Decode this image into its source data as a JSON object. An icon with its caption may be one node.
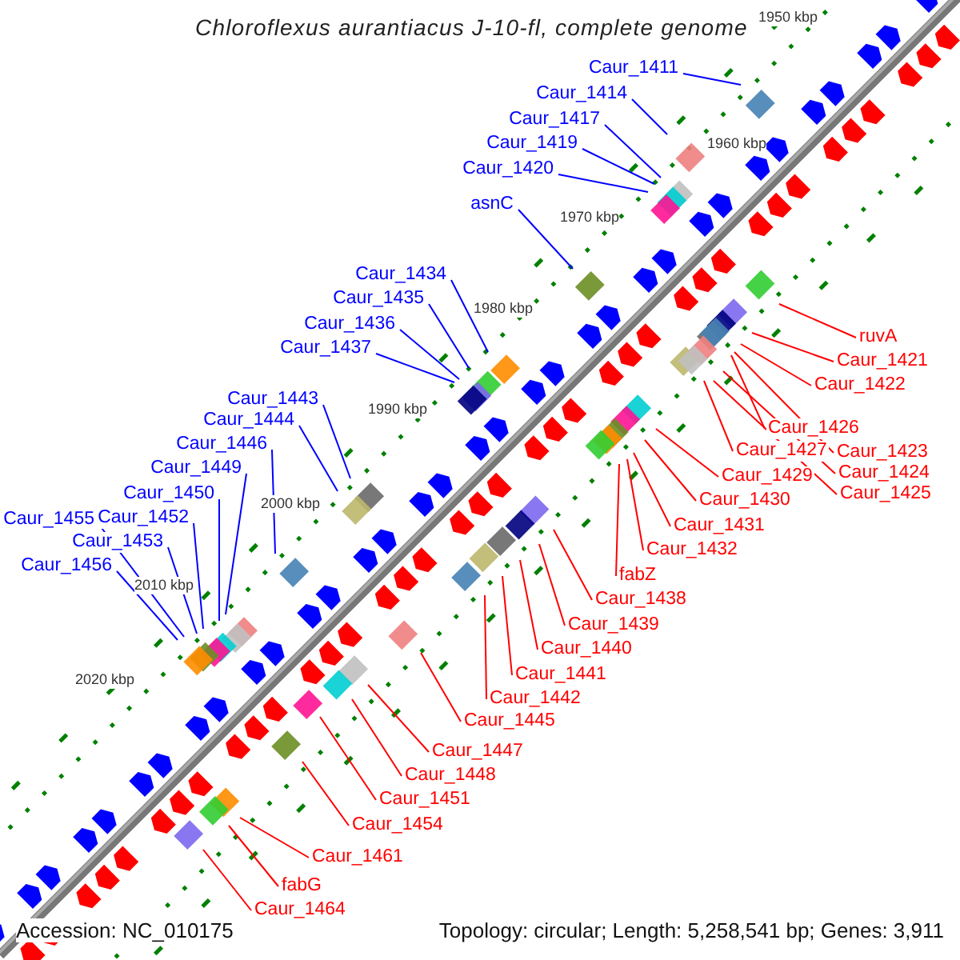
{
  "diagram": {
    "title": "Chloroflexus aurantiacus J-10-fl, complete genome",
    "nodes": [
      {
        "text": [
          "Caur_1411"
        ]
      },
      {
        "text": [
          "Caur_1414"
        ]
      },
      {
        "text": [
          "Caur_1417"
        ]
      },
      {
        "text": [
          "Caur_1419"
        ]
      },
      {
        "text": [
          "Caur_1420"
        ]
      },
      {
        "text": [
          "asnC"
        ]
      },
      {
        "text": [
          "Caur_1434"
        ]
      },
      {
        "text": [
          "Caur_1435"
        ]
      },
      {
        "text": [
          "Caur_1436"
        ]
      },
      {
        "text": [
          "Caur_1437"
        ]
      },
      {
        "text": [
          "Caur_1443"
        ]
      },
      {
        "text": [
          "Caur_1444"
        ]
      },
      {
        "text": [
          "Caur_1446"
        ]
      },
      {
        "text": [
          "Caur_1449"
        ]
      },
      {
        "text": [
          "Caur_1450"
        ]
      },
      {
        "text": [
          "Caur_1452"
        ]
      },
      {
        "text": [
          "Caur_1453"
        ]
      },
      {
        "text": [
          "Caur_1455"
        ]
      },
      {
        "text": [
          "Caur_1456"
        ]
      },
      {
        "text": [
          "ruvA"
        ]
      },
      {
        "text": [
          "Caur_1421"
        ]
      },
      {
        "text": [
          "Caur_1422"
        ]
      },
      {
        "text": [
          "Caur_1426"
        ]
      },
      {
        "text": [
          "Caur_1427"
        ]
      },
      {
        "text": [
          "Caur_1423"
        ]
      },
      {
        "text": [
          "Caur_1424"
        ]
      },
      {
        "text": [
          "Caur_1425"
        ]
      },
      {
        "text": [
          "Caur_1429"
        ]
      },
      {
        "text": [
          "Caur_1430"
        ]
      },
      {
        "text": [
          "Caur_1431"
        ]
      },
      {
        "text": [
          "Caur_1432"
        ]
      },
      {
        "text": [
          "fabZ"
        ]
      },
      {
        "text": [
          "Caur_1438"
        ]
      },
      {
        "text": [
          "Caur_1439"
        ]
      },
      {
        "text": [
          "Caur_1440"
        ]
      },
      {
        "text": [
          "Caur_1441"
        ]
      },
      {
        "text": [
          "Caur_1442"
        ]
      },
      {
        "text": [
          "Caur_1445"
        ]
      },
      {
        "text": [
          "Caur_1447"
        ]
      },
      {
        "text": [
          "Caur_1448"
        ]
      },
      {
        "text": [
          "Caur_1451"
        ]
      },
      {
        "text": [
          "Caur_1454"
        ]
      },
      {
        "text": [
          "Caur_1461"
        ]
      },
      {
        "text": [
          "fabG"
        ]
      },
      {
        "text": [
          "Caur_1464"
        ]
      }
    ],
    "edges": [
      {
        "from": 0,
        "to": null,
        "arrow": "none",
        "color": "#0000ff"
      },
      {
        "from": 1,
        "to": null,
        "arrow": "none",
        "color": "#0000ff"
      },
      {
        "from": 2,
        "to": null,
        "arrow": "none",
        "color": "#0000ff"
      },
      {
        "from": 3,
        "to": null,
        "arrow": "none",
        "color": "#0000ff"
      },
      {
        "from": 4,
        "to": null,
        "arrow": "none",
        "color": "#0000ff"
      },
      {
        "from": 5,
        "to": null,
        "arrow": "none",
        "color": "#0000ff"
      },
      {
        "from": 6,
        "to": null,
        "arrow": "none",
        "color": "#0000ff"
      },
      {
        "from": 7,
        "to": null,
        "arrow": "none",
        "color": "#0000ff"
      },
      {
        "from": 8,
        "to": null,
        "arrow": "none",
        "color": "#0000ff"
      },
      {
        "from": 9,
        "to": null,
        "arrow": "none",
        "color": "#0000ff"
      },
      {
        "from": 10,
        "to": null,
        "arrow": "none",
        "color": "#0000ff"
      },
      {
        "from": 11,
        "to": null,
        "arrow": "none",
        "color": "#0000ff"
      },
      {
        "from": 12,
        "to": null,
        "arrow": "none",
        "color": "#0000ff"
      },
      {
        "from": 13,
        "to": null,
        "arrow": "none",
        "color": "#0000ff"
      },
      {
        "from": 14,
        "to": null,
        "arrow": "none",
        "color": "#0000ff"
      },
      {
        "from": 15,
        "to": null,
        "arrow": "none",
        "color": "#0000ff"
      },
      {
        "from": 16,
        "to": null,
        "arrow": "none",
        "color": "#0000ff"
      },
      {
        "from": 17,
        "to": null,
        "arrow": "none",
        "color": "#0000ff"
      },
      {
        "from": 18,
        "to": null,
        "arrow": "none",
        "color": "#0000ff"
      },
      {
        "from": 19,
        "to": null,
        "arrow": "none"
      },
      {
        "from": 20,
        "to": null,
        "arrow": "none"
      },
      {
        "from": 21,
        "to": null,
        "arrow": "none"
      },
      {
        "from": 22,
        "to": null,
        "arrow": "none"
      },
      {
        "from": 23,
        "to": null,
        "arrow": "none"
      },
      {
        "from": 24,
        "to": null,
        "arrow": "none"
      },
      {
        "from": 25,
        "to": null,
        "arrow": "none"
      },
      {
        "from": 26,
        "to": null,
        "arrow": "none"
      },
      {
        "from": 27,
        "to": null,
        "arrow": "none"
      },
      {
        "from": 28,
        "to": null,
        "arrow": "none"
      },
      {
        "from": 29,
        "to": null,
        "arrow": "none"
      },
      {
        "from": 30,
        "to": null,
        "arrow": "none"
      },
      {
        "from": 31,
        "to": null,
        "arrow": "none"
      },
      {
        "from": 32,
        "to": null,
        "arrow": "none"
      },
      {
        "from": 33,
        "to": null,
        "arrow": "none"
      },
      {
        "from": 34,
        "to": null,
        "arrow": "none"
      },
      {
        "from": 35,
        "to": null,
        "arrow": "none"
      },
      {
        "from": 36,
        "to": null,
        "arrow": "none"
      },
      {
        "from": 37,
        "to": null,
        "arrow": "none"
      },
      {
        "from": 38,
        "to": null,
        "arrow": "none"
      },
      {
        "from": 39,
        "to": null,
        "arrow": "none"
      },
      {
        "from": 40,
        "to": null,
        "arrow": "none"
      },
      {
        "from": 41,
        "to": null,
        "arrow": "none"
      },
      {
        "from": 42,
        "to": null,
        "arrow": "none"
      },
      {
        "from": 43,
        "to": null,
        "arrow": "none"
      },
      {
        "from": 44,
        "to": null,
        "arrow": "none"
      }
    ],
    "labels": [
      "1950 kbp",
      "1960 kbp",
      "1970 kbp",
      "1980 kbp",
      "1990 kbp",
      "2000 kbp",
      "2010 kbp",
      "2020 kbp",
      "Accession: NC_010175",
      "Topology: circular; Length: 5,258,541 bp; Genes: 3,911"
    ]
  }
}
